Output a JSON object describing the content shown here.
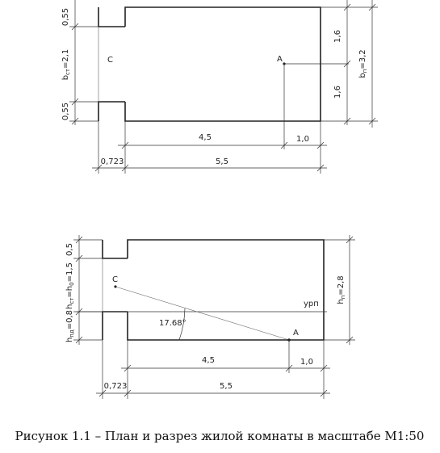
{
  "plan": {
    "dim_left_top": "0,55",
    "dim_left_mid": "b",
    "dim_left_mid_sub": "ст",
    "dim_left_mid_val": "=2,1",
    "dim_left_bot": "0,55",
    "dim_right_top": "1,6",
    "dim_right_bot": "1,6",
    "dim_total_b": "b",
    "dim_total_b_sub": "п",
    "dim_total_b_val": "=3,2",
    "point_c": "С",
    "point_a": "А",
    "dim_bottom_1": "4,5",
    "dim_bottom_2": "1,0",
    "dim_bottom_3": "0,723",
    "dim_bottom_4": "5,5"
  },
  "section": {
    "dim_left_top": "0,5",
    "dim_left_mid_a": "h",
    "dim_left_mid_a_sub": "ст",
    "dim_left_mid_b": "=h",
    "dim_left_mid_b_sub": "0",
    "dim_left_mid_val": "=1,5",
    "dim_left_bot": "h",
    "dim_left_bot_sub": "пд",
    "dim_left_bot_val": "=0,8",
    "dim_right": "h",
    "dim_right_sub": "п",
    "dim_right_val": "=2,8",
    "point_c": "С",
    "point_a": "А",
    "angle": "17.68°",
    "level_label": "урп",
    "dim_bottom_1": "4,5",
    "dim_bottom_2": "1,0",
    "dim_bottom_3": "0,723",
    "dim_bottom_4": "5,5"
  },
  "caption": "Рисунок 1.1 – План и разрез жилой комнаты в масштабе М1:50"
}
